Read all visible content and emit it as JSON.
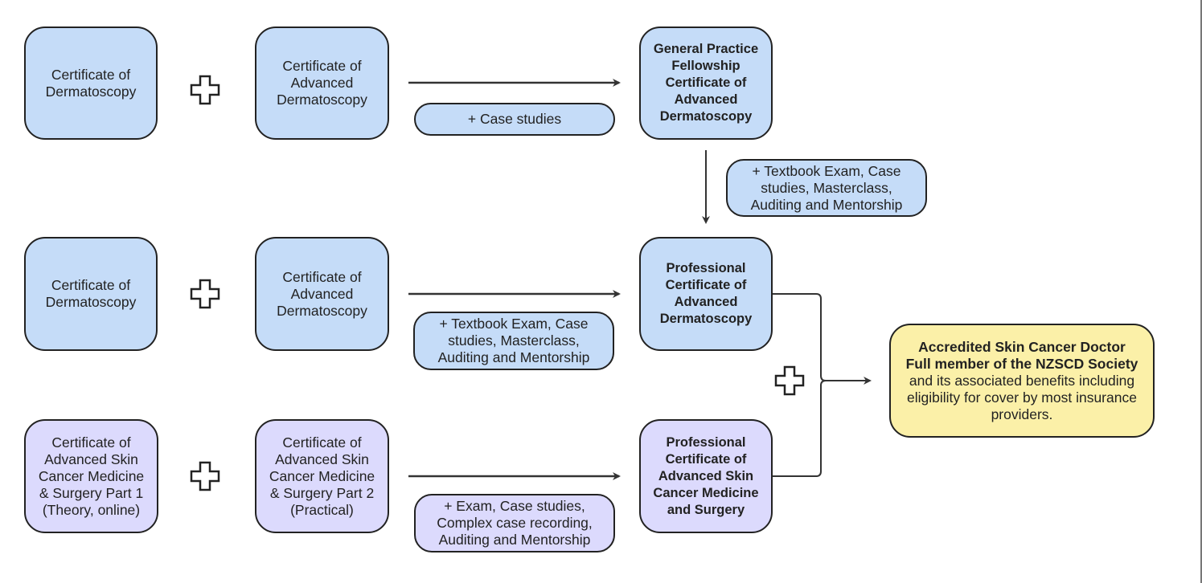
{
  "diagram": {
    "rows": [
      {
        "left": "Certificate of\nDermatoscopy",
        "middle": "Certificate of\nAdvanced\nDermatoscopy",
        "requirement": "+ Case studies",
        "result": "General Practice\nFellowship\nCertificate of\nAdvanced\nDermatoscopy"
      },
      {
        "left": "Certificate of\nDermatoscopy",
        "middle": "Certificate of\nAdvanced\nDermatoscopy",
        "requirement": "+ Textbook Exam, Case\nstudies, Masterclass,\nAuditing and Mentorship",
        "result": "Professional\nCertificate of\nAdvanced\nDermatoscopy"
      },
      {
        "left": "Certificate of\nAdvanced Skin\nCancer Medicine\n& Surgery Part 1\n(Theory, online)",
        "middle": "Certificate of\nAdvanced Skin\nCancer Medicine\n& Surgery Part 2\n(Practical)",
        "requirement": "+ Exam, Case studies,\nComplex case recording,\nAuditing and Mentorship",
        "result": "Professional\nCertificate of\nAdvanced Skin\nCancer Medicine\nand Surgery"
      }
    ],
    "upgrade_requirement": "+ Textbook Exam, Case\nstudies, Masterclass,\nAuditing and Mentorship",
    "final": {
      "title_line1": "Accredited Skin Cancer Doctor",
      "title_line2": "Full member of the NZSCD Society",
      "description": "and its associated benefits including\neligibility for cover by most insurance\nproviders."
    },
    "colors": {
      "dermatoscopy": "#c5dcf8",
      "skin_cancer": "#dcdafd",
      "final": "#fbf0a8"
    }
  }
}
